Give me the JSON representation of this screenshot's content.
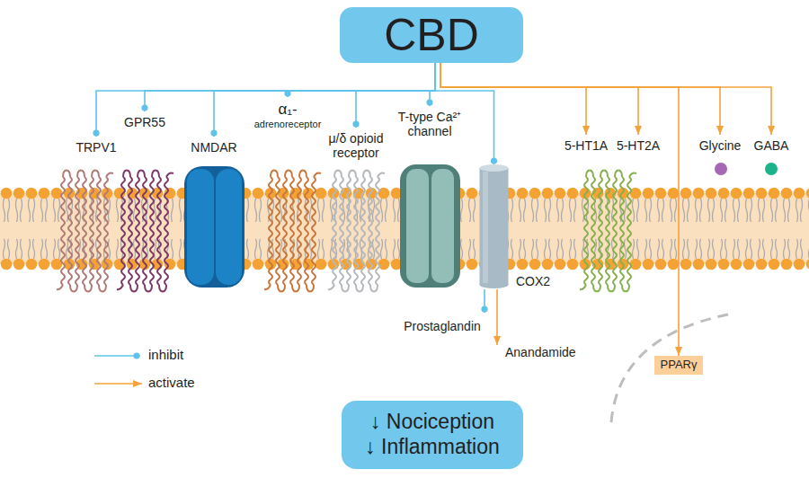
{
  "diagram": {
    "nodes": [
      {
        "text": [
          "CBD"
        ]
      },
      {
        "text": [
          "TRPV1"
        ]
      },
      {
        "text": [
          "GPR55"
        ]
      },
      {
        "text": [
          "NMDAR"
        ]
      },
      {
        "text": [
          "α₁-",
          "adrenoreceptor"
        ]
      },
      {
        "text": [
          "μ/δ opioid receptor"
        ]
      },
      {
        "text": [
          "T-type Ca²⁺ channel"
        ]
      },
      {
        "text": [
          "COX2"
        ]
      },
      {
        "text": [
          "5-HT1A"
        ]
      },
      {
        "text": [
          "5-HT2A"
        ]
      },
      {
        "text": [
          "Glycine"
        ]
      },
      {
        "text": [
          "GABA"
        ]
      },
      {
        "text": [
          "PPARγ"
        ]
      },
      {
        "text": [
          "↓ Nociception",
          "↓ Inflammation"
        ]
      }
    ],
    "edges": [
      {
        "from": 0,
        "to": 1,
        "arrow": "to"
      },
      {
        "from": 0,
        "to": 2,
        "arrow": "to"
      },
      {
        "from": 0,
        "to": 3,
        "arrow": "to"
      },
      {
        "from": 0,
        "to": 4,
        "arrow": "to"
      },
      {
        "from": 0,
        "to": 5,
        "arrow": "to"
      },
      {
        "from": 0,
        "to": 6,
        "arrow": "to"
      },
      {
        "from": 0,
        "to": 7,
        "arrow": "to"
      },
      {
        "from": 0,
        "to": 8,
        "arrow": "to"
      },
      {
        "from": 0,
        "to": 9,
        "arrow": "to"
      },
      {
        "from": 0,
        "to": 12,
        "arrow": "to"
      },
      {
        "from": 0,
        "to": 10,
        "arrow": "to"
      },
      {
        "from": 0,
        "to": 11,
        "arrow": "to"
      }
    ],
    "labels": [
      "Prostaglandin",
      "Anandamide"
    ],
    "legend": [
      {
        "text": "inhibit"
      },
      {
        "text": "activate"
      }
    ]
  }
}
